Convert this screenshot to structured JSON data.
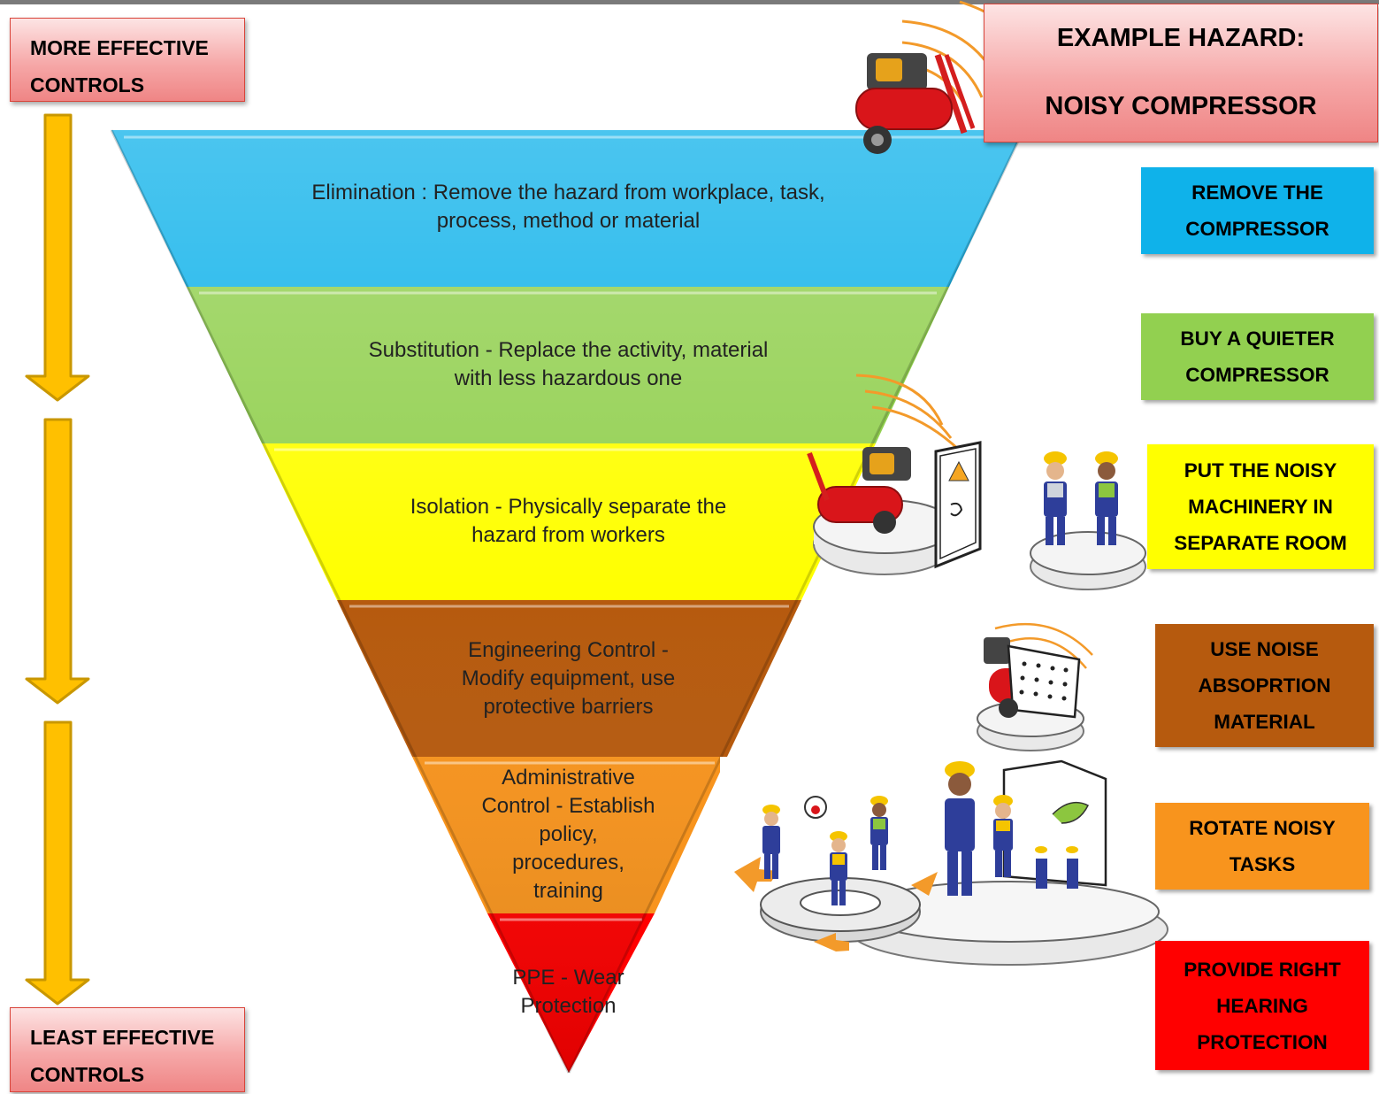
{
  "effectiveness": {
    "more": [
      "MORE EFFECTIVE",
      "CONTROLS"
    ],
    "least": [
      "LEAST EFFECTIVE",
      "CONTROLS"
    ]
  },
  "hazard": {
    "line1": "EXAMPLE HAZARD:",
    "line2": "NOISY COMPRESSOR"
  },
  "colors": {
    "elimination": "#0fb2ea",
    "substitution": "#92d050",
    "isolation": "#ffff00",
    "engineering": "#b65a0e",
    "administrative": "#f8941d",
    "ppe": "#ff0000",
    "arrow": "#ffc000",
    "pink": "#f6a8a8"
  },
  "layers": [
    {
      "id": "elimination",
      "text": [
        "Elimination : Remove the hazard from workplace, task,",
        "process, method or material"
      ]
    },
    {
      "id": "substitution",
      "text": [
        "Substitution - Replace the activity, material",
        "with less hazardous one"
      ]
    },
    {
      "id": "isolation",
      "text": [
        "Isolation - Physically separate the",
        "hazard from workers"
      ]
    },
    {
      "id": "engineering",
      "text": [
        "Engineering Control -",
        "Modify equipment, use",
        "protective barriers"
      ]
    },
    {
      "id": "administrative",
      "text": [
        "Administrative",
        "Control - Establish",
        "policy,",
        "procedures,",
        "training"
      ]
    },
    {
      "id": "ppe",
      "text": [
        "PPE - Wear",
        "Protection"
      ]
    }
  ],
  "examples": [
    {
      "id": "elimination",
      "lines": [
        "REMOVE THE",
        "COMPRESSOR"
      ]
    },
    {
      "id": "substitution",
      "lines": [
        "BUY A QUIETER",
        "COMPRESSOR"
      ]
    },
    {
      "id": "isolation",
      "lines": [
        "PUT THE NOISY",
        "MACHINERY IN",
        "SEPARATE ROOM"
      ]
    },
    {
      "id": "engineering",
      "lines": [
        "USE NOISE",
        "ABSOPRTION",
        "MATERIAL"
      ]
    },
    {
      "id": "administrative",
      "lines": [
        "ROTATE NOISY",
        "TASKS"
      ]
    },
    {
      "id": "ppe",
      "lines": [
        "PROVIDE RIGHT",
        "HEARING",
        "PROTECTION"
      ]
    }
  ],
  "illustrations": {
    "compressor": "noisy-compressor-illustration",
    "isolation": "compressor-behind-door-illustration",
    "workers": "workers-illustration",
    "absorption": "noise-absorption-panel-illustration",
    "rotation": "rotating-workers-gear-illustration"
  }
}
